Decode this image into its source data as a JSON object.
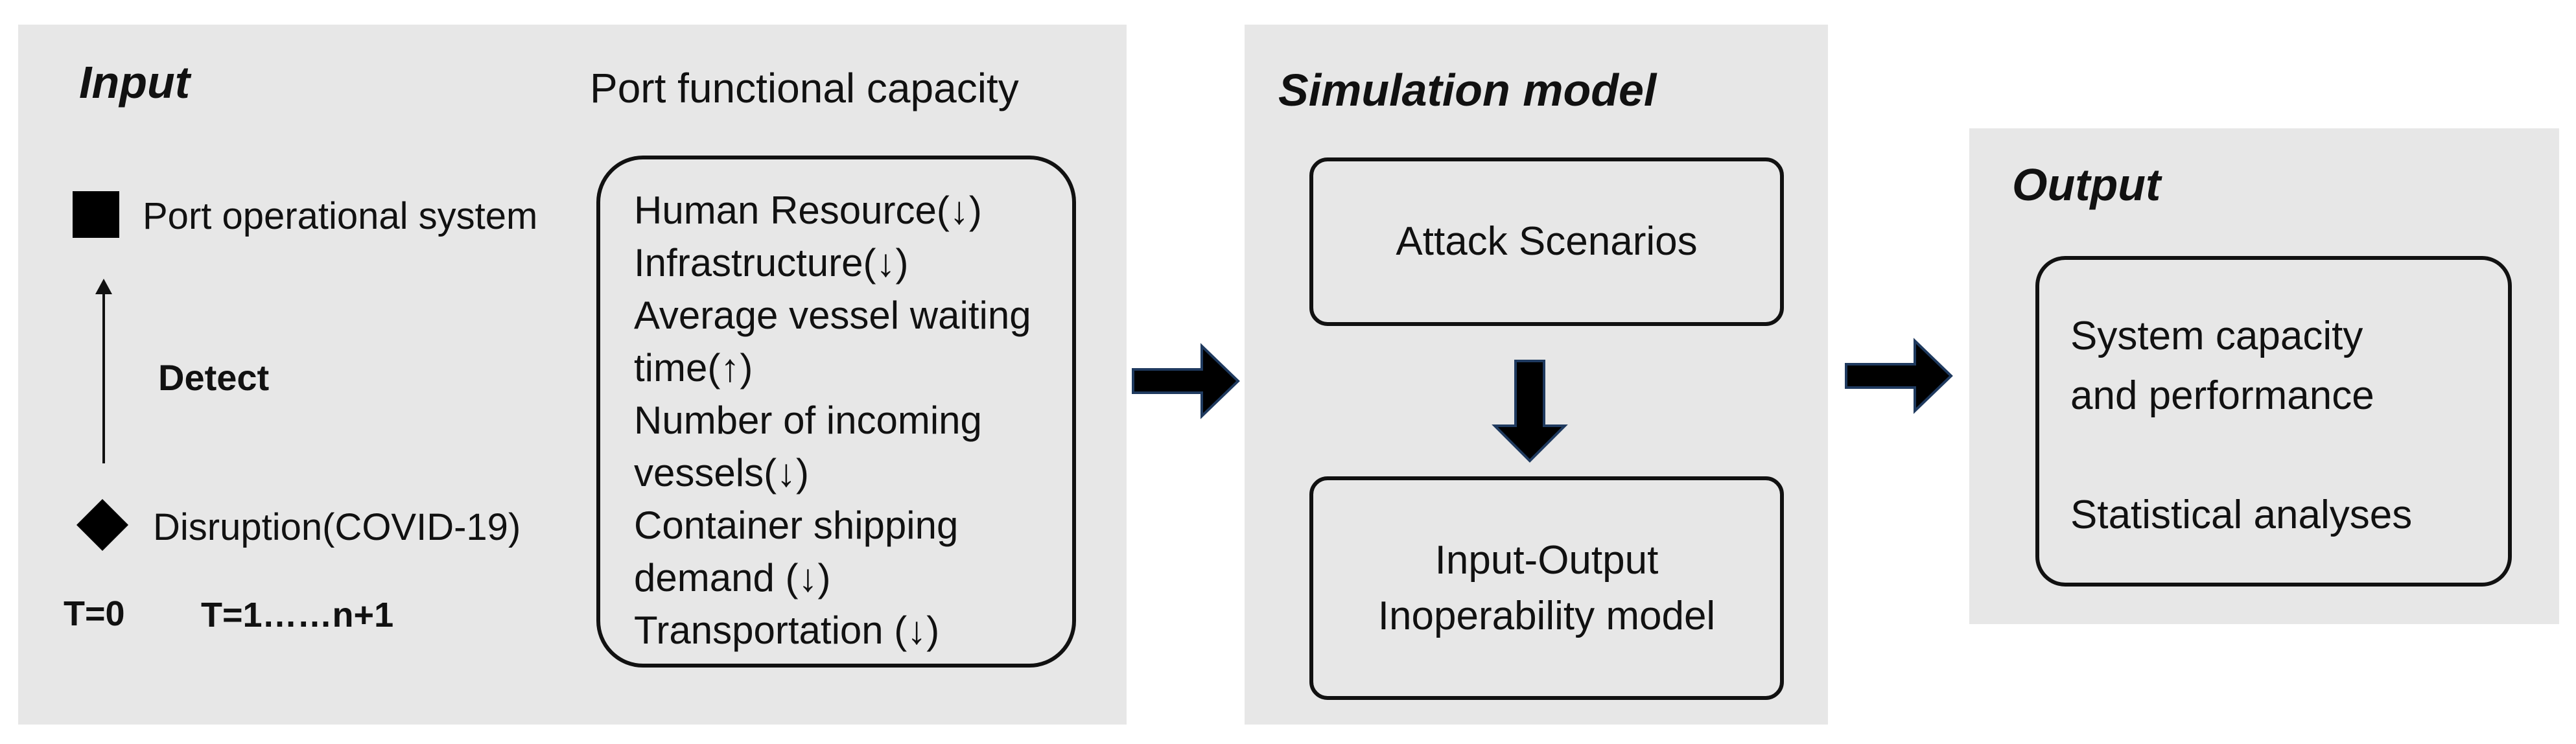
{
  "input": {
    "heading": "Input",
    "capacity_title": "Port functional capacity",
    "operational_label": "Port operational system",
    "detect_label": "Detect",
    "disruption_label": "Disruption(COVID-19)",
    "time_start": "T=0",
    "time_range": "T=1……n+1",
    "capacity_items": [
      "Human Resource(↓)",
      "Infrastructure(↓)",
      "Average vessel waiting",
      "time(↑)",
      "Number of incoming",
      "vessels(↓)",
      "Container shipping",
      "demand (↓)",
      "Transportation (↓)"
    ]
  },
  "simulation": {
    "heading": "Simulation model",
    "attack_box": "Attack Scenarios",
    "io_box_line1": "Input-Output",
    "io_box_line2": "Inoperability model"
  },
  "output": {
    "heading": "Output",
    "line1": "System capacity",
    "line2": "and performance",
    "line3": "Statistical analyses"
  },
  "colors": {
    "panel_background": "#e7e7e7",
    "arrow_fill": "#000000",
    "arrow_outline": "#1f3a5f",
    "stroke": "#111111"
  }
}
